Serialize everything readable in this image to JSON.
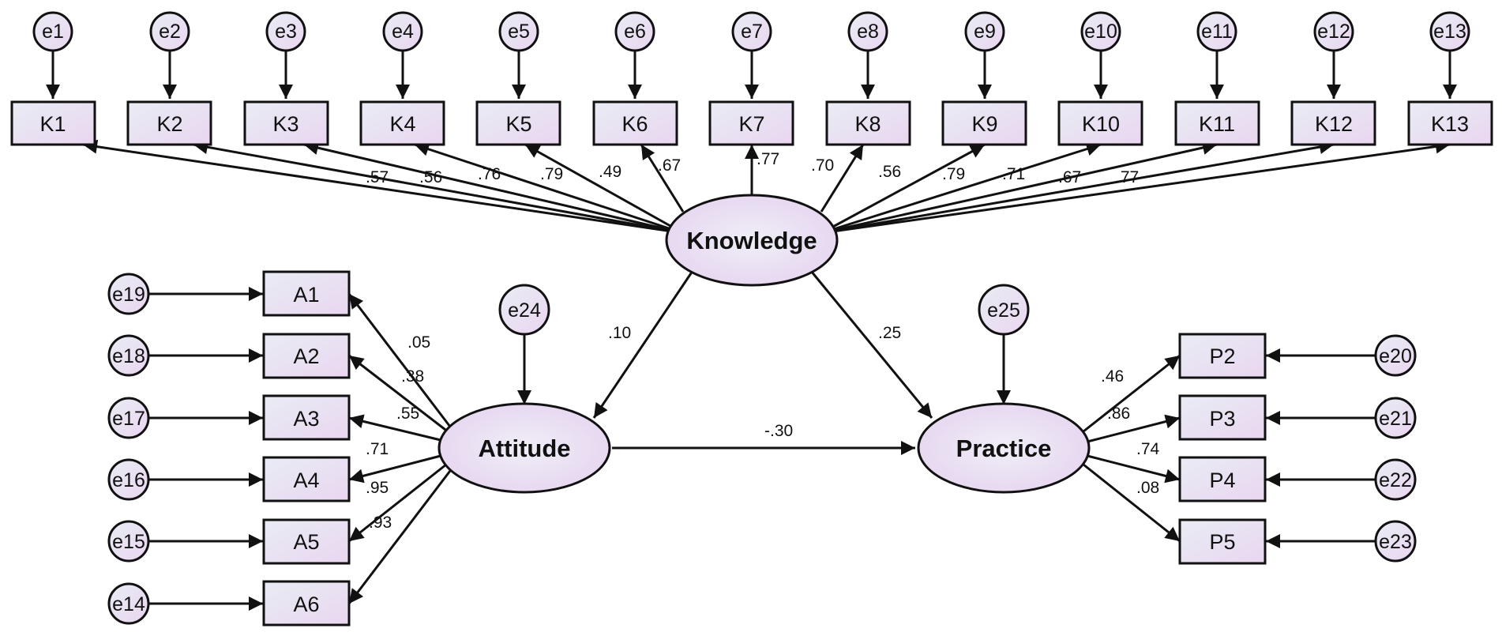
{
  "colors": {
    "stroke": "#111111",
    "fill_light": "#e6e6f0",
    "fill_pink": "#ead8f0"
  },
  "errors": {
    "e1": "e1",
    "e2": "e2",
    "e3": "e3",
    "e4": "e4",
    "e5": "e5",
    "e6": "e6",
    "e7": "e7",
    "e8": "e8",
    "e9": "e9",
    "e10": "e10",
    "e11": "e11",
    "e12": "e12",
    "e13": "e13",
    "e14": "e14",
    "e15": "e15",
    "e16": "e16",
    "e17": "e17",
    "e18": "e18",
    "e19": "e19",
    "e20": "e20",
    "e21": "e21",
    "e22": "e22",
    "e23": "e23",
    "e24": "e24",
    "e25": "e25"
  },
  "indicators": {
    "K1": "K1",
    "K2": "K2",
    "K3": "K3",
    "K4": "K4",
    "K5": "K5",
    "K6": "K6",
    "K7": "K7",
    "K8": "K8",
    "K9": "K9",
    "K10": "K10",
    "K11": "K11",
    "K12": "K12",
    "K13": "K13",
    "A1": "A1",
    "A2": "A2",
    "A3": "A3",
    "A4": "A4",
    "A5": "A5",
    "A6": "A6",
    "P2": "P2",
    "P3": "P3",
    "P4": "P4",
    "P5": "P5"
  },
  "latents": {
    "knowledge": "Knowledge",
    "attitude": "Attitude",
    "practice": "Practice"
  },
  "coefficients": {
    "k2": ".57",
    "k3": ".56",
    "k4": ".76",
    "k5": ".79",
    "k6a": ".49",
    "k6": ".67",
    "k7": ".77",
    "k8": ".70",
    "k9": ".56",
    "k10": ".79",
    "k11": ".71",
    "k12": ".67",
    "k13": ".77",
    "a1": ".05",
    "a2": ".38",
    "a3": ".55",
    "a4": ".71",
    "a5": ".95",
    "a6": ".93",
    "know_att": ".10",
    "know_prac": ".25",
    "att_prac": "-.30",
    "p2": ".46",
    "p3": ".86",
    "p4": ".74",
    "p5": ".08"
  }
}
